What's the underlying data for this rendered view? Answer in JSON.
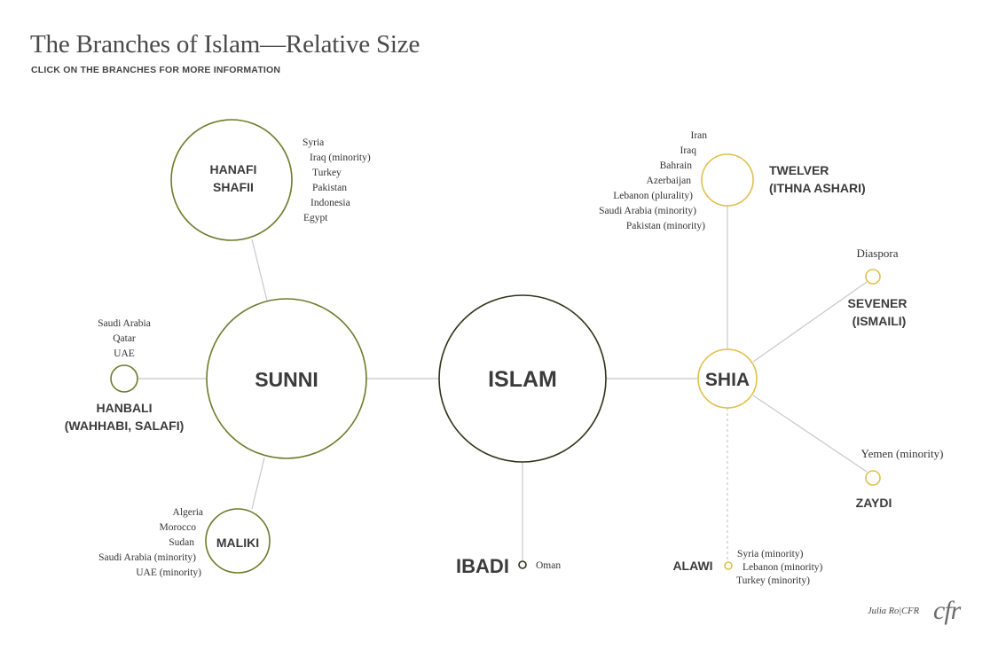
{
  "title": "The Branches of Islam—Relative Size",
  "subtitle": "CLICK ON THE BRANCHES FOR MORE INFORMATION",
  "colors": {
    "sunni": "#6e7a2a",
    "islam": "#2f3318",
    "shia": "#e0c04a",
    "line": "#c8c8c8",
    "text": "#3b3b3b"
  },
  "nodes": {
    "islam": {
      "label": "ISLAM"
    },
    "sunni": {
      "label": "SUNNI"
    },
    "shia": {
      "label": "SHIA"
    },
    "hanafi": {
      "label_line1": "HANAFI",
      "label_line2": "SHAFII"
    },
    "hanbali": {
      "label_line1": "HANBALI",
      "label_line2": "(WAHHABI, SALAFI)"
    },
    "maliki": {
      "label": "MALIKI"
    },
    "ibadi": {
      "label": "IBADI"
    },
    "twelver": {
      "label_line1": "TWELVER",
      "label_line2": "(ITHNA ASHARI)"
    },
    "sevener": {
      "label_line1": "SEVENER",
      "label_line2": "(ISMAILI)"
    },
    "zaydi": {
      "label": "ZAYDI"
    },
    "alawi": {
      "label": "ALAWI"
    }
  },
  "countries": {
    "hanafi": [
      "Syria",
      "Iraq (minority)",
      "Turkey",
      "Pakistan",
      "Indonesia",
      "Egypt"
    ],
    "hanbali": [
      "Saudi Arabia",
      "Qatar",
      "UAE"
    ],
    "maliki": [
      "Algeria",
      "Morocco",
      "Sudan",
      "Saudi Arabia (minority)",
      "UAE (minority)"
    ],
    "ibadi": [
      "Oman"
    ],
    "twelver": [
      "Iran",
      "Iraq",
      "Bahrain",
      "Azerbaijan",
      "Lebanon (plurality)",
      "Saudi Arabia (minority)",
      "Pakistan (minority)"
    ],
    "sevener": [
      "Diaspora"
    ],
    "zaydi": [
      "Yemen (minority)"
    ],
    "alawi": [
      "Syria (minority)",
      "Lebanon (minority)",
      "Turkey (minority)"
    ]
  },
  "credit": "Julia Ro|CFR",
  "logo": "cfr"
}
